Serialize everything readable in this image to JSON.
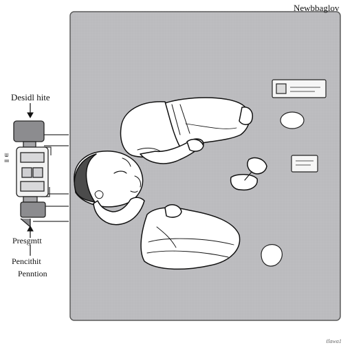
{
  "diagram": {
    "labels": {
      "title": "Newbbaglov",
      "top_left": "Desidl hite",
      "side_code": "ll ㅌ",
      "bottom_1": "Presgmtt",
      "bottom_2": "Pencithit",
      "bottom_3": "Penntion",
      "corner_mark": "ℓlɑwɑ1"
    },
    "icons": {
      "device": "infant-monitor-device-icon",
      "baby": "sleeping-baby-icon",
      "tag_top": "measurement-tag-icon",
      "tag_middle": "measurement-tag-icon",
      "stone_top": "oval-stone-icon",
      "stone_bottom": "rounded-stone-icon",
      "arrow_down": "arrow-down-icon"
    },
    "colors": {
      "mat": "#bcbcbf",
      "mat_border": "#5a5a5a",
      "ink": "#111111",
      "skin": "#ffffff",
      "hair": "#4b4b4b",
      "device": "#8c8c8f"
    }
  }
}
